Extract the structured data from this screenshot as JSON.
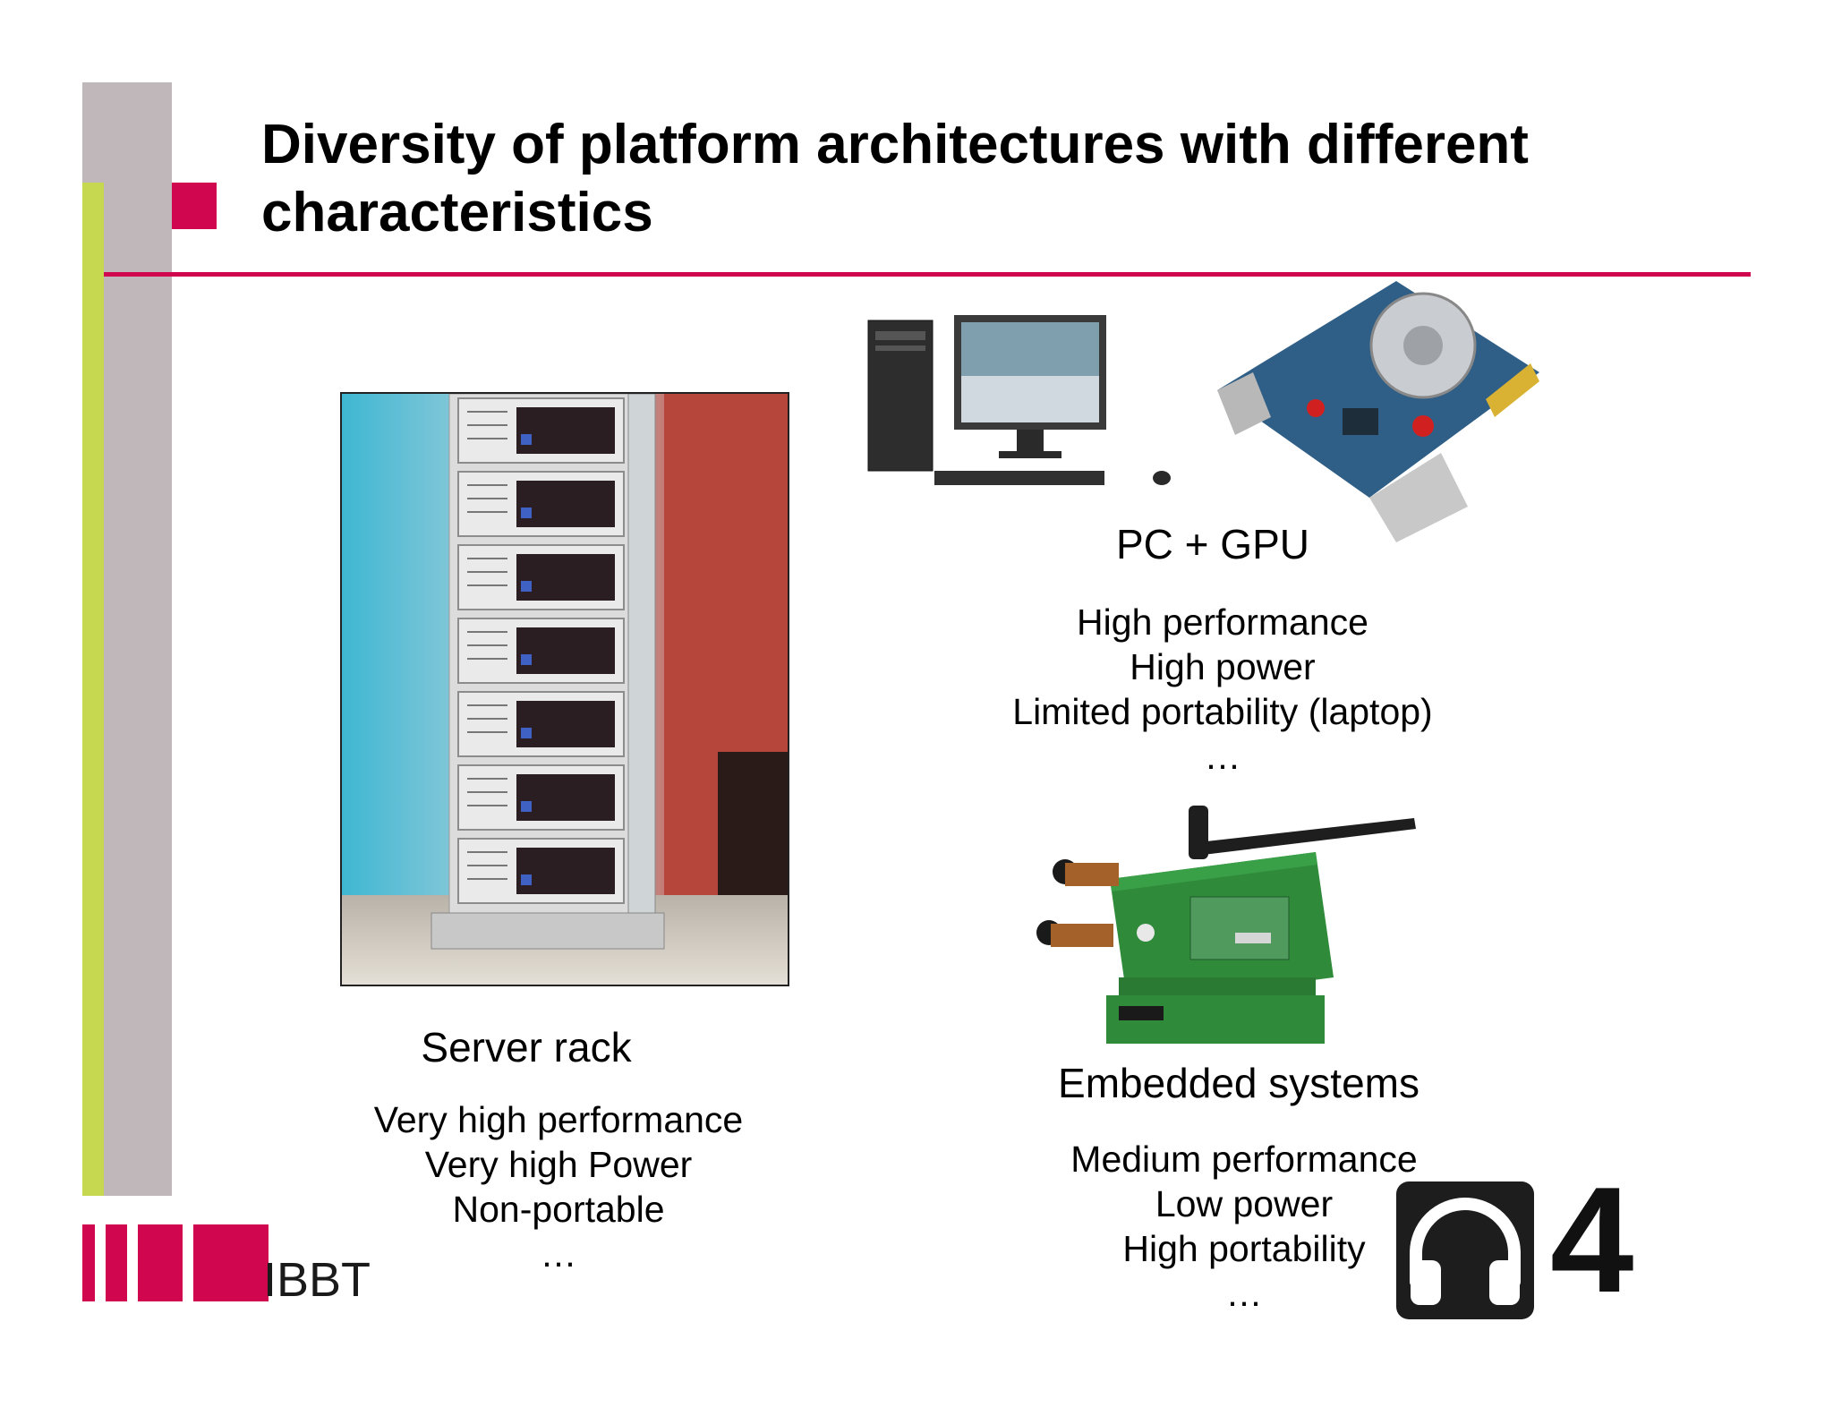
{
  "slide": {
    "title_line1": "Diversity of platform architectures with different",
    "title_line2": "characteristics"
  },
  "colors": {
    "accent": "#d0064f",
    "sidebar_gray": "#bfb7b9",
    "sidebar_green": "#c5d850"
  },
  "logo": {
    "text": "IBBT"
  },
  "server": {
    "label": "Server rack",
    "lines": [
      "Very high performance",
      "Very high Power",
      "Non-portable",
      "…"
    ]
  },
  "pcgpu": {
    "label": "PC + GPU",
    "lines": [
      "High performance",
      "High power",
      "Limited portability (laptop)",
      "…"
    ]
  },
  "embedded": {
    "label": "Embedded systems",
    "lines": [
      "Medium performance",
      "Low power",
      "High portability",
      "…"
    ]
  },
  "badge": {
    "icon": "headphones-icon",
    "number": "4"
  }
}
